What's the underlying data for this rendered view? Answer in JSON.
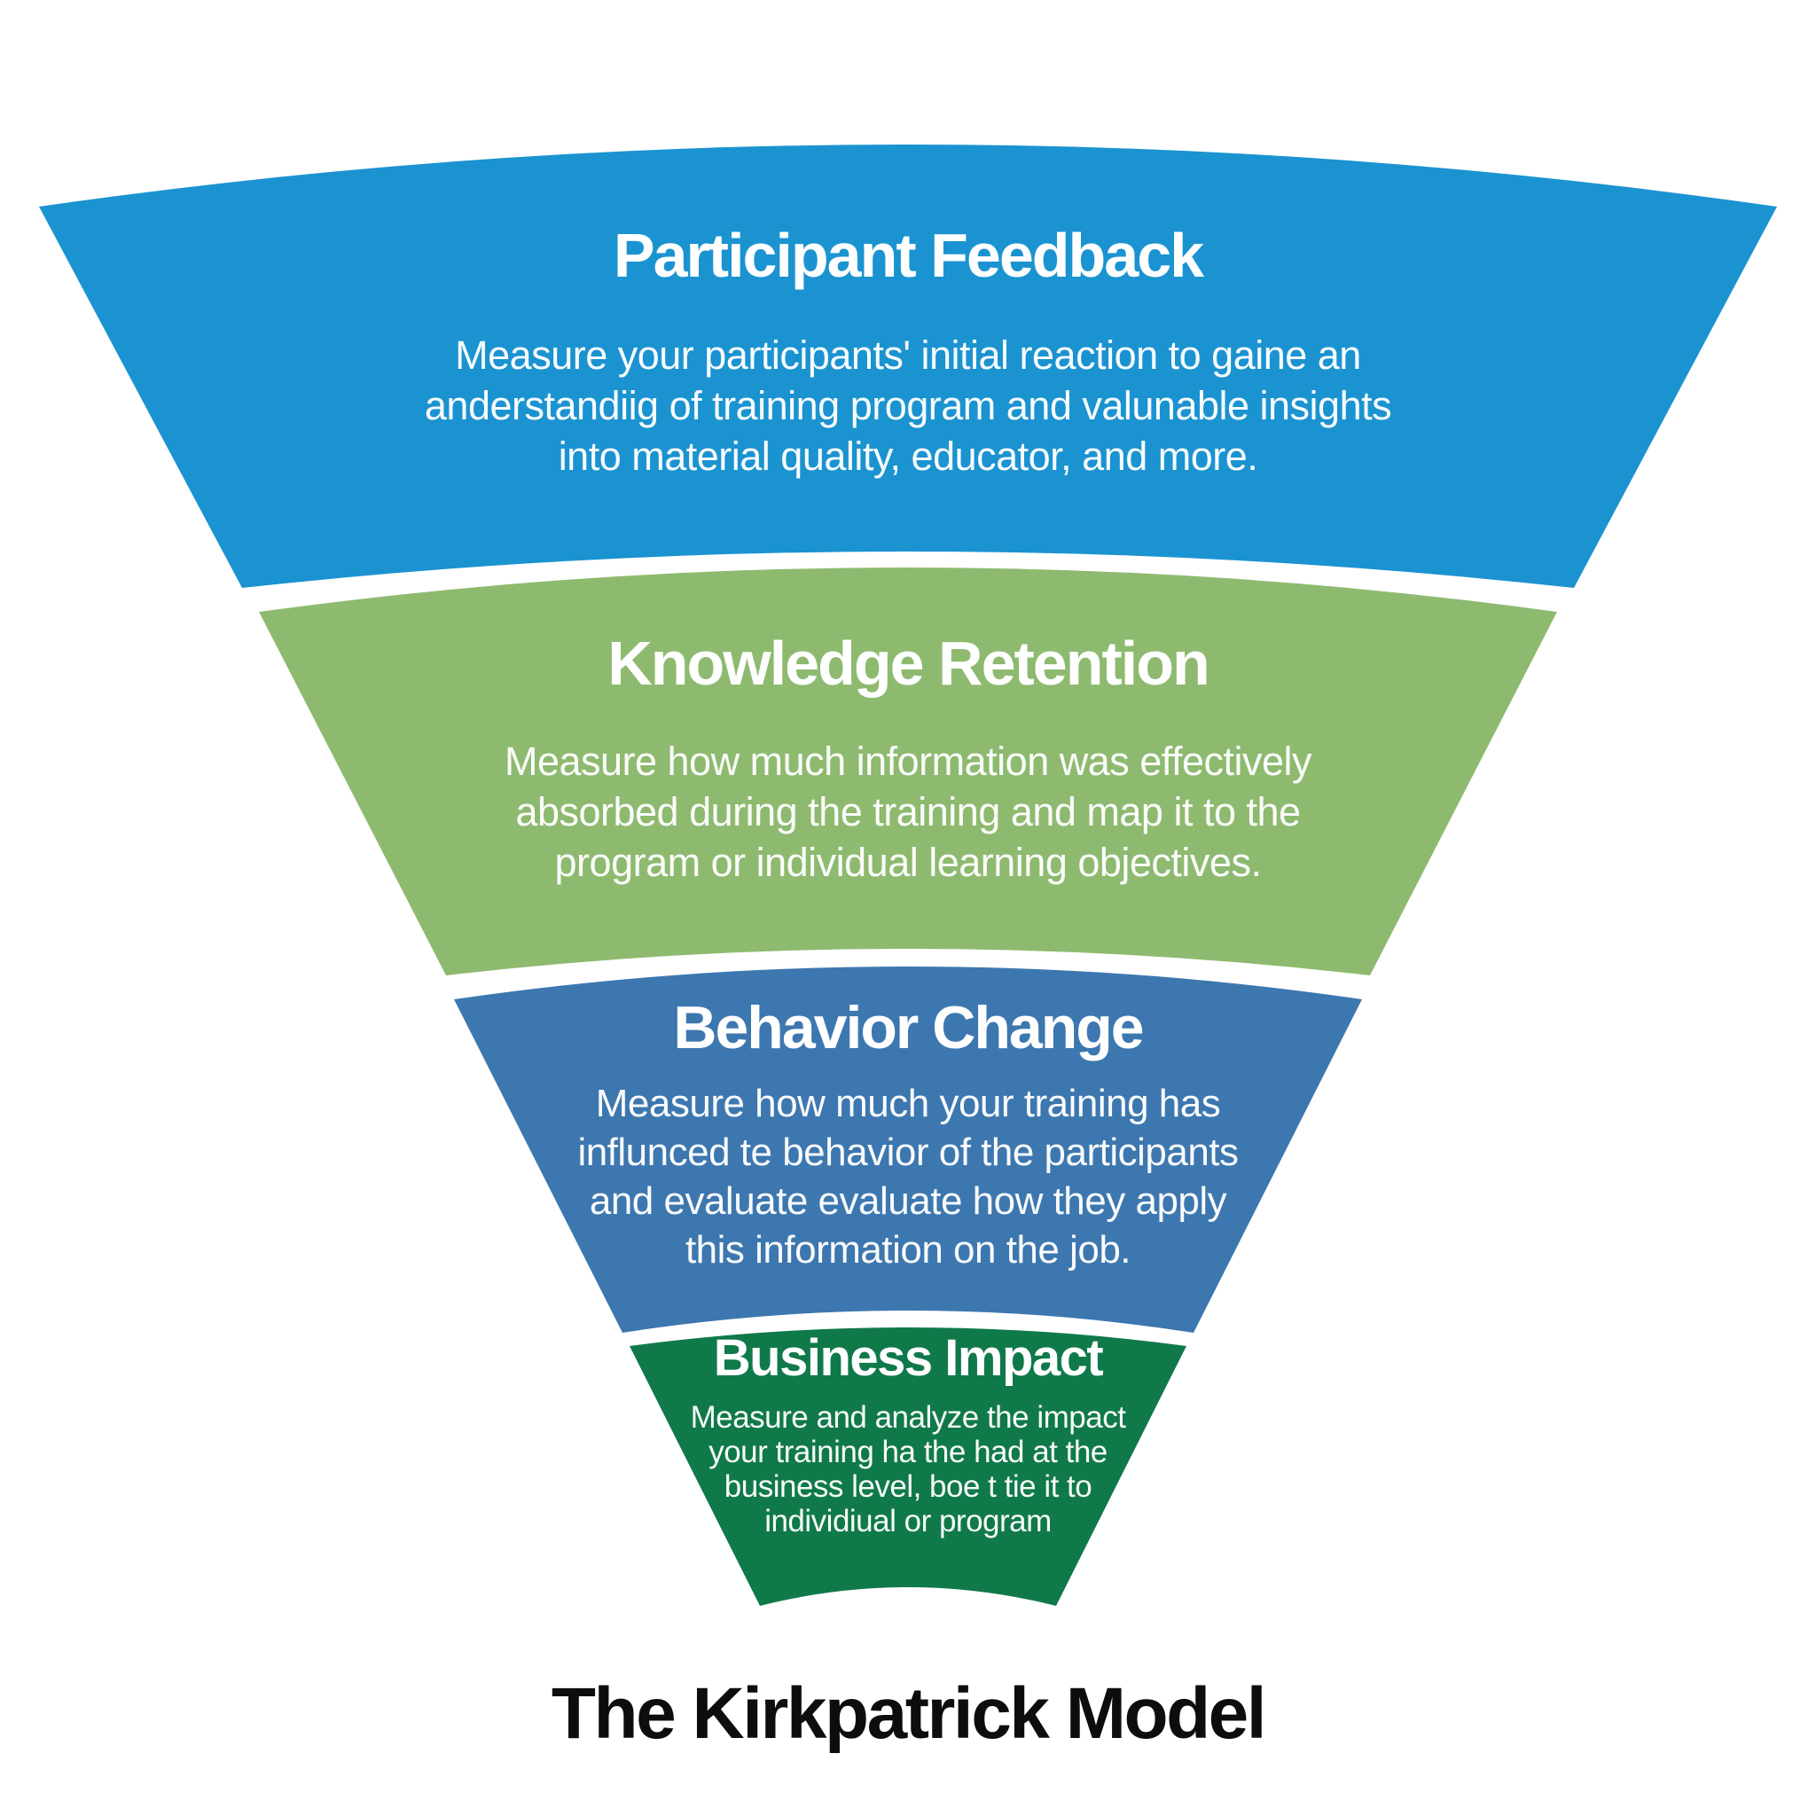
{
  "title": "The Kirkpatrick Model",
  "background_color": "#ffffff",
  "title_color": "#0d0d0d",
  "text_color": "#ffffff",
  "funnel": {
    "tiers": [
      {
        "id": "participant-feedback",
        "heading": "Participant Feedback",
        "body": "Measure your participants' initial reaction to gaine an\nanderstandiig of training program and valunable insights\ninto material quality, educator, and more.",
        "color": "#1b93d1"
      },
      {
        "id": "knowledge-retention",
        "heading": "Knowledge Retention",
        "body": "Measure how much information was effectively\nabsorbed during the training and map it to the\nprogram or individual learning objectives.",
        "color": "#8eba70"
      },
      {
        "id": "behavior-change",
        "heading": "Behavior Change",
        "body": "Measure how much your training has\ninflunced te behavior of the participants\nand evaluate evaluate how they apply\nthis information on the job.",
        "color": "#3d77af"
      },
      {
        "id": "business-impact",
        "heading": "Business Impact",
        "body": "Measure and analyze the impact\nyour training ha the had at the\nbusiness level, boe t tie it to\nindividiual or program",
        "color": "#10794a"
      }
    ]
  }
}
